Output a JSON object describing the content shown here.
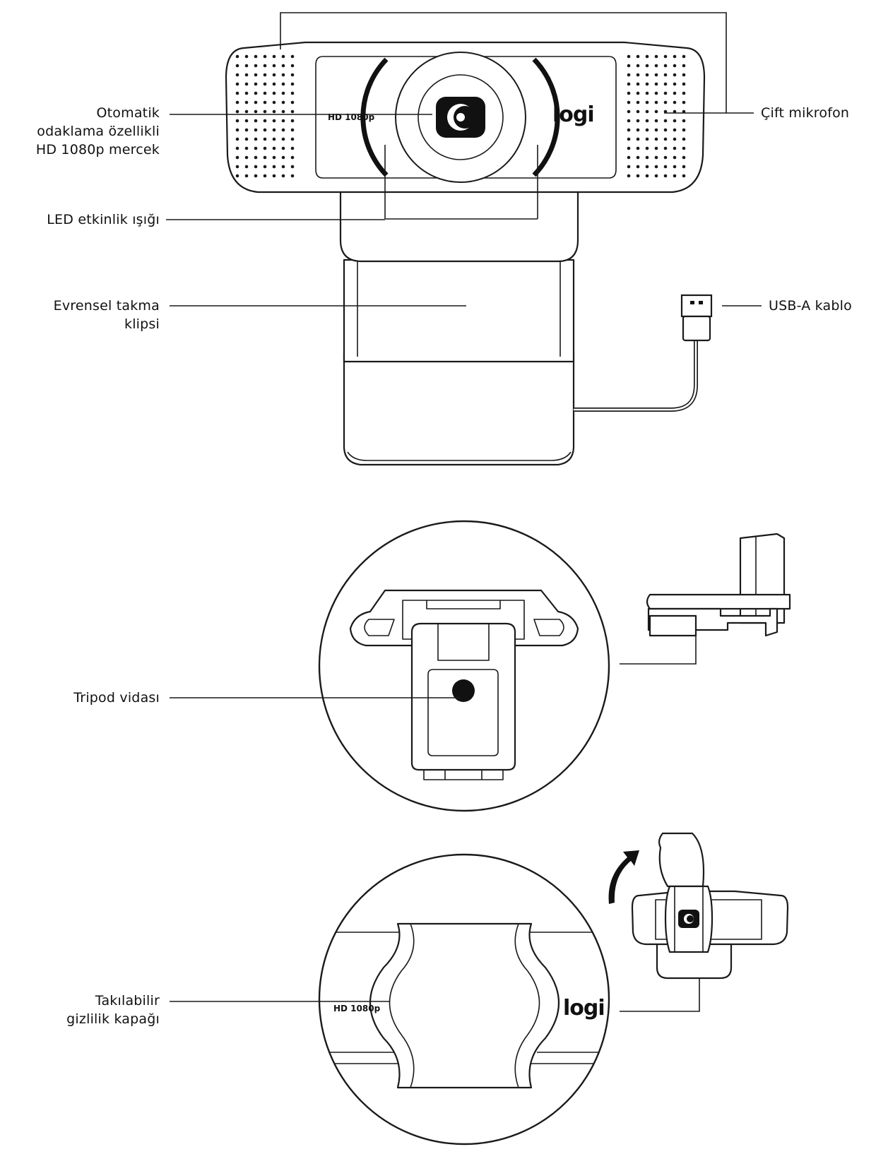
{
  "labels": {
    "lens_line1": "Otomatik",
    "lens_line2": "odaklama özellikli",
    "lens_line3": "HD 1080p mercek",
    "led": "LED etkinlik ışığı",
    "clip_line1": "Evrensel takma",
    "clip_line2": "klipsi",
    "mic": "Çift mikrofon",
    "usb": "USB-A kablo",
    "tripod": "Tripod vidası",
    "cover_line1": "Takılabilir",
    "cover_line2": "gizlilik kapağı"
  },
  "device_text": {
    "hd_top": "HD 1080p",
    "logo_top": "logi",
    "hd_bottom": "HD 1080p",
    "logo_bottom": "logi"
  },
  "colors": {
    "ink": "#1a1a1a",
    "background": "#ffffff"
  }
}
